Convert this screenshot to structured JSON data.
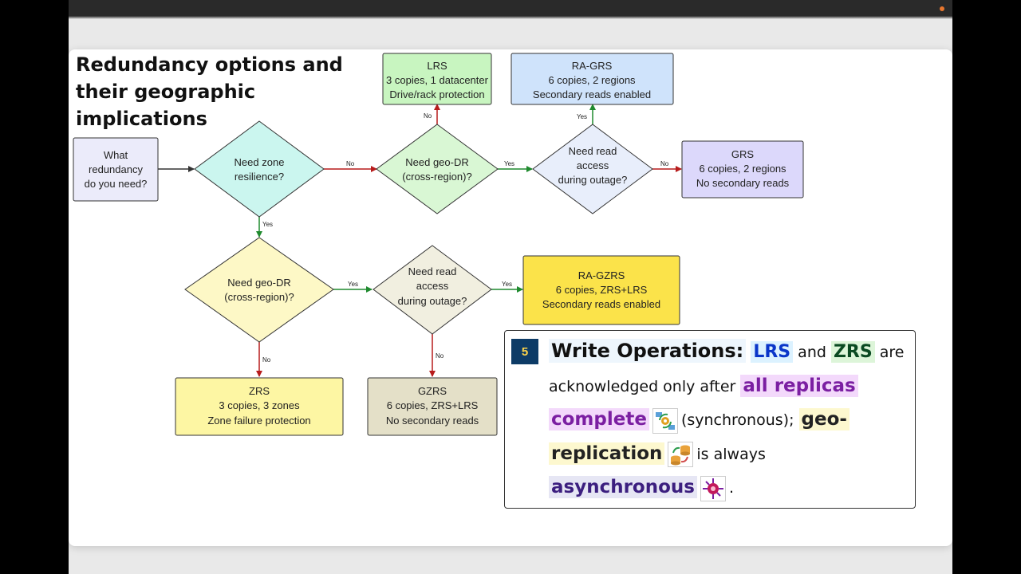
{
  "slide": {
    "title": "Redundancy options and their geographic implications"
  },
  "diagram": {
    "nodes": {
      "start": [
        "What",
        "redundancy",
        "do you need?"
      ],
      "zone_q": [
        "Need zone",
        "resilience?"
      ],
      "geo_q_top": [
        "Need geo-DR",
        "(cross-region)?"
      ],
      "read_q_top": [
        "Need read",
        "access",
        "during outage?"
      ],
      "lrs": [
        "LRS",
        "3 copies, 1 datacenter",
        "Drive/rack protection"
      ],
      "ragrs": [
        "RA-GRS",
        "6 copies, 2 regions",
        "Secondary reads enabled"
      ],
      "grs": [
        "GRS",
        "6 copies, 2 regions",
        "No secondary reads"
      ],
      "geo_q_bottom": [
        "Need geo-DR",
        "(cross-region)?"
      ],
      "read_q_bottom": [
        "Need read",
        "access",
        "during outage?"
      ],
      "ragzrs": [
        "RA-GZRS",
        "6 copies, ZRS+LRS",
        "Secondary reads enabled"
      ],
      "zrs": [
        "ZRS",
        "3 copies, 3 zones",
        "Zone failure protection"
      ],
      "gzrs": [
        "GZRS",
        "6 copies, ZRS+LRS",
        "No secondary reads"
      ]
    },
    "edge_labels": {
      "zone_no": "No",
      "zone_yes": "Yes",
      "geo_top_no": "No",
      "geo_top_yes": "Yes",
      "read_top_yes": "Yes",
      "read_top_no": "No",
      "geo_bottom_yes": "Yes",
      "geo_bottom_no": "No",
      "read_bottom_yes": "Yes",
      "read_bottom_no": "No"
    },
    "colors": {
      "yes_edge": "#1f8a2e",
      "no_edge": "#b71c1c",
      "lrs_fill": "#c8f5c0",
      "ragrs_fill": "#cfe3fb",
      "grs_fill": "#dcd8fb",
      "ragzrs_fill": "#fbe34a",
      "zrs_fill": "#fdf6a3",
      "gzrs_fill": "#e4e0c8"
    }
  },
  "callout": {
    "step_number": "5",
    "heading": "Write Operations:",
    "lrs": "LRS",
    "and": "and",
    "zrs": "ZRS",
    "are": "are",
    "acknowledged": "acknowledged only after",
    "all_replicas": "all replicas",
    "complete": "complete",
    "synchronous": "(synchronous);",
    "geo": "geo-",
    "replication": "replication",
    "is_always": "is always",
    "asynchronous": "asynchronous",
    "period": ".",
    "icons": [
      "sync-gear-icon",
      "database-replication-icon",
      "async-network-icon"
    ]
  }
}
